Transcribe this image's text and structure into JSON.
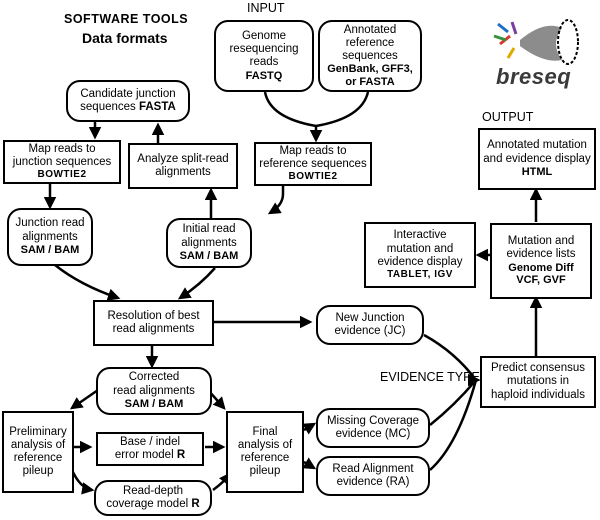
{
  "legend": {
    "software_tools": "SOFTWARE TOOLS",
    "data_formats": "Data formats"
  },
  "section_labels": {
    "input": "INPUT",
    "output": "OUTPUT",
    "evidence_types": "EVIDENCE TYPES"
  },
  "logo": {
    "text": "breseq"
  },
  "nodes": {
    "genome_reads": {
      "line1": "Genome",
      "line2": "resequencing",
      "line3": "reads",
      "format": "FASTQ"
    },
    "annotated_ref": {
      "line1": "Annotated",
      "line2": "reference",
      "line3": "sequences",
      "format1": "GenBank, GFF3,",
      "format2": "or FASTA"
    },
    "candidate_junction": {
      "line1": "Candidate junction",
      "line2": "sequences",
      "format": "FASTA"
    },
    "map_junction": {
      "line1": "Map reads to",
      "line2": "junction sequences",
      "tool": "BOWTIE2"
    },
    "analyze_split": {
      "line1": "Analyze split-read",
      "line2": "alignments"
    },
    "map_reference": {
      "line1": "Map reads to",
      "line2": "reference sequences",
      "tool": "BOWTIE2"
    },
    "junction_alignments": {
      "line1": "Junction read",
      "line2": "alignments",
      "format": "SAM / BAM"
    },
    "initial_alignments": {
      "line1": "Initial read",
      "line2": "alignments",
      "format": "SAM / BAM"
    },
    "resolution": {
      "line1": "Resolution of best",
      "line2": "read alignments"
    },
    "new_junction": {
      "line1": "New Junction",
      "line2": "evidence (JC)"
    },
    "corrected": {
      "line1": "Corrected",
      "line2": "read alignments",
      "format": "SAM / BAM"
    },
    "preliminary": {
      "line1": "Preliminary",
      "line2": "analysis of",
      "line3": "reference",
      "line4": "pileup"
    },
    "base_indel": {
      "line1": "Base / indel",
      "line2": "error model",
      "tool": "R"
    },
    "read_depth": {
      "line1": "Read-depth",
      "line2": "coverage model",
      "tool": "R"
    },
    "final_analysis": {
      "line1": "Final",
      "line2": "analysis of",
      "line3": "reference",
      "line4": "pileup"
    },
    "missing_coverage": {
      "line1": "Missing Coverage",
      "line2": "evidence (MC)"
    },
    "read_alignment_ev": {
      "line1": "Read Alignment",
      "line2": "evidence (RA)"
    },
    "predict": {
      "line1": "Predict consensus",
      "line2": "mutations in",
      "line3": "haploid individuals"
    },
    "mutation_lists": {
      "line1": "Mutation and",
      "line2": "evidence lists",
      "format1": "Genome Diff",
      "format2": "VCF, GVF"
    },
    "interactive": {
      "line1": "Interactive",
      "line2": "mutation and",
      "line3": "evidence display",
      "tool": "TABLET, IGV"
    },
    "annotated_display": {
      "line1": "Annotated mutation",
      "line2": "and evidence display",
      "format": "HTML"
    }
  }
}
